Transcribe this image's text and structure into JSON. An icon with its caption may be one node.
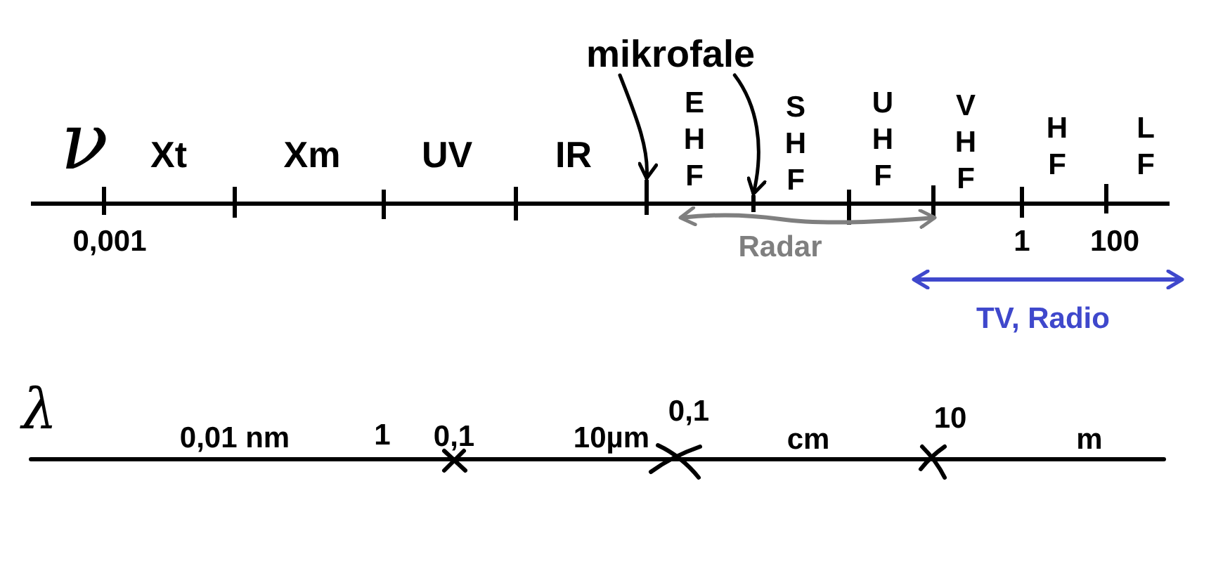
{
  "diagram": {
    "nodes": [
      {
        "text": [
          "mikrofale"
        ]
      },
      {
        "text": [],
        "shape": "bar"
      },
      {
        "text": [],
        "shape": "bar"
      }
    ],
    "edges": [
      {
        "from": 0,
        "to": 1,
        "arrow": "to"
      },
      {
        "from": 0,
        "to": 2,
        "arrow": "to"
      }
    ],
    "labels": [
      "ν",
      "Xt",
      "Xm",
      "UV",
      "IR",
      "E H F",
      "S H F",
      "U H F",
      "V H F",
      "H F",
      "L F",
      "0,001",
      "Radar",
      "1",
      "100",
      "TV, Radio",
      "λ",
      "0,01 nm",
      "1",
      "0,1",
      "10µm",
      "0,1",
      "cm",
      "10",
      "m"
    ]
  }
}
